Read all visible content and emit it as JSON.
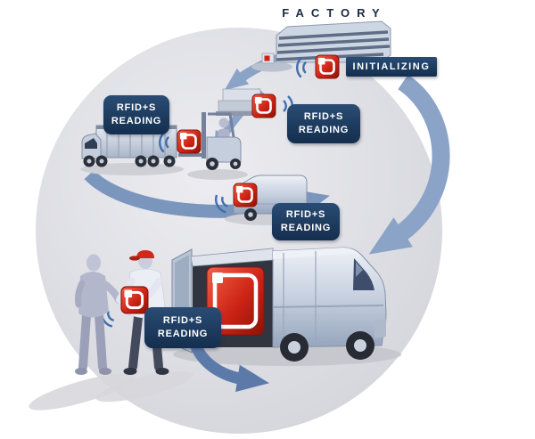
{
  "diagram": {
    "factory_label": "FACTORY",
    "initializing_label": "INITIALIZING",
    "reading_banners": [
      {
        "id": "reading-warehouse-truck",
        "line1": "RFID+S",
        "line2": "READING"
      },
      {
        "id": "reading-factory-dock",
        "line1": "RFID+S",
        "line2": "READING"
      },
      {
        "id": "reading-cargo-van",
        "line1": "RFID+S",
        "line2": "READING"
      },
      {
        "id": "reading-customer-delivery",
        "line1": "RFID+S",
        "line2": "READING"
      }
    ],
    "icons": [
      "factory-building",
      "rfid-tag-icon",
      "wireless-signal-icon",
      "flow-arrow",
      "truck",
      "forklift",
      "pallet-stack",
      "cargo-van",
      "delivery-van",
      "red-package",
      "person-customer",
      "person-courier"
    ],
    "colors": {
      "banner_bg": "#1b3a5f",
      "banner_text": "#ffffff",
      "tag_red": "#cc2315",
      "signal_blue": "#3f6fb0",
      "arrow_blue": "#7f9ac2",
      "circle_bg": "#d2d3d9",
      "factory_text": "#1c2b42"
    }
  }
}
